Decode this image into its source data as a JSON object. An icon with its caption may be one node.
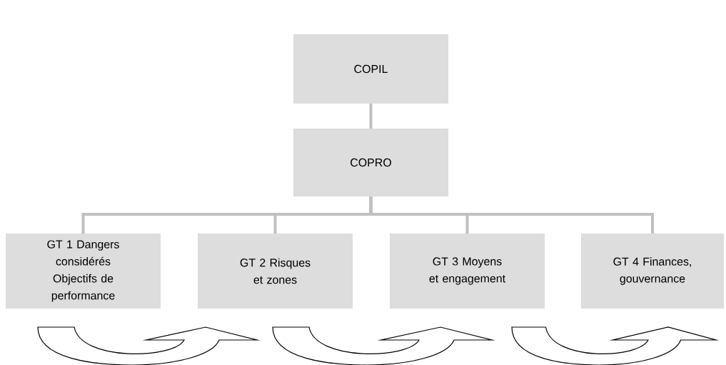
{
  "diagram": {
    "nodes": [
      {
        "text": [
          "COPIL"
        ]
      },
      {
        "text": [
          "COPRO"
        ]
      },
      {
        "text": [
          "GT 1 Dangers considérés Objectifs de performance"
        ]
      },
      {
        "text": [
          "GT 2 Risques et zones"
        ]
      },
      {
        "text": [
          "GT 3 Moyens et engagement"
        ]
      },
      {
        "text": [
          "GT 4 Finances, gouvernance"
        ]
      }
    ],
    "edges": [
      {
        "from": 0,
        "to": 1,
        "arrow": "none"
      },
      {
        "from": 1,
        "to": 2,
        "arrow": "none"
      },
      {
        "from": 1,
        "to": 3,
        "arrow": "none"
      },
      {
        "from": 1,
        "to": 4,
        "arrow": "none"
      },
      {
        "from": 1,
        "to": 5,
        "arrow": "none"
      },
      {
        "from": 2,
        "to": 3,
        "arrow": "to",
        "color": "#000000"
      },
      {
        "from": 3,
        "to": 4,
        "arrow": "to",
        "color": "#000000"
      },
      {
        "from": 4,
        "to": 5,
        "arrow": "to",
        "color": "#000000"
      }
    ]
  }
}
